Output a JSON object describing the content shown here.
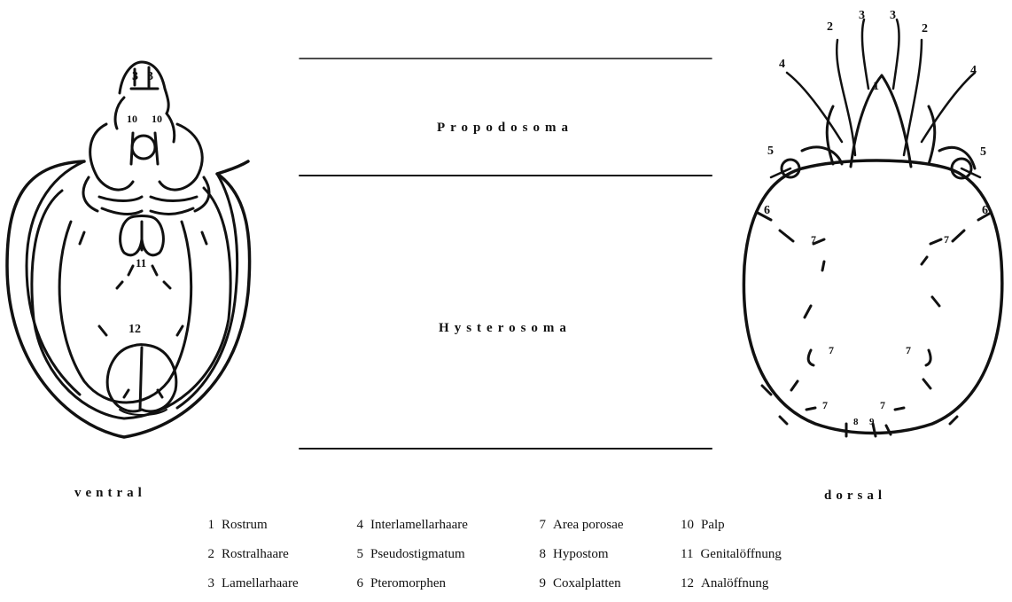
{
  "sections": {
    "propodosoma": "Propodosoma",
    "hysterosoma": "Hysterosoma"
  },
  "views": {
    "ventral": "ventral",
    "dorsal": "dorsal"
  },
  "figure_numbers": {
    "ventral": [
      "3",
      "3",
      "10",
      "10",
      "11",
      "12"
    ],
    "dorsal": [
      "3",
      "3",
      "2",
      "2",
      "4",
      "4",
      "1",
      "5",
      "5",
      "6",
      "6",
      "7",
      "7",
      "7",
      "7",
      "7",
      "7",
      "8",
      "9"
    ]
  },
  "legend": [
    {
      "num": "1",
      "text": "Rostrum"
    },
    {
      "num": "2",
      "text": "Rostralhaare"
    },
    {
      "num": "3",
      "text": "Lamellarhaare"
    },
    {
      "num": "4",
      "text": "Interlamellarhaare"
    },
    {
      "num": "5",
      "text": "Pseudostigmatum"
    },
    {
      "num": "6",
      "text": "Pteromorphen"
    },
    {
      "num": "7",
      "text": "Area porosae"
    },
    {
      "num": "8",
      "text": "Hypostom"
    },
    {
      "num": "9",
      "text": "Coxalplatten"
    },
    {
      "num": "10",
      "text": "Palp"
    },
    {
      "num": "11",
      "text": "Genitalöffnung"
    },
    {
      "num": "12",
      "text": "Analöffnung"
    }
  ]
}
